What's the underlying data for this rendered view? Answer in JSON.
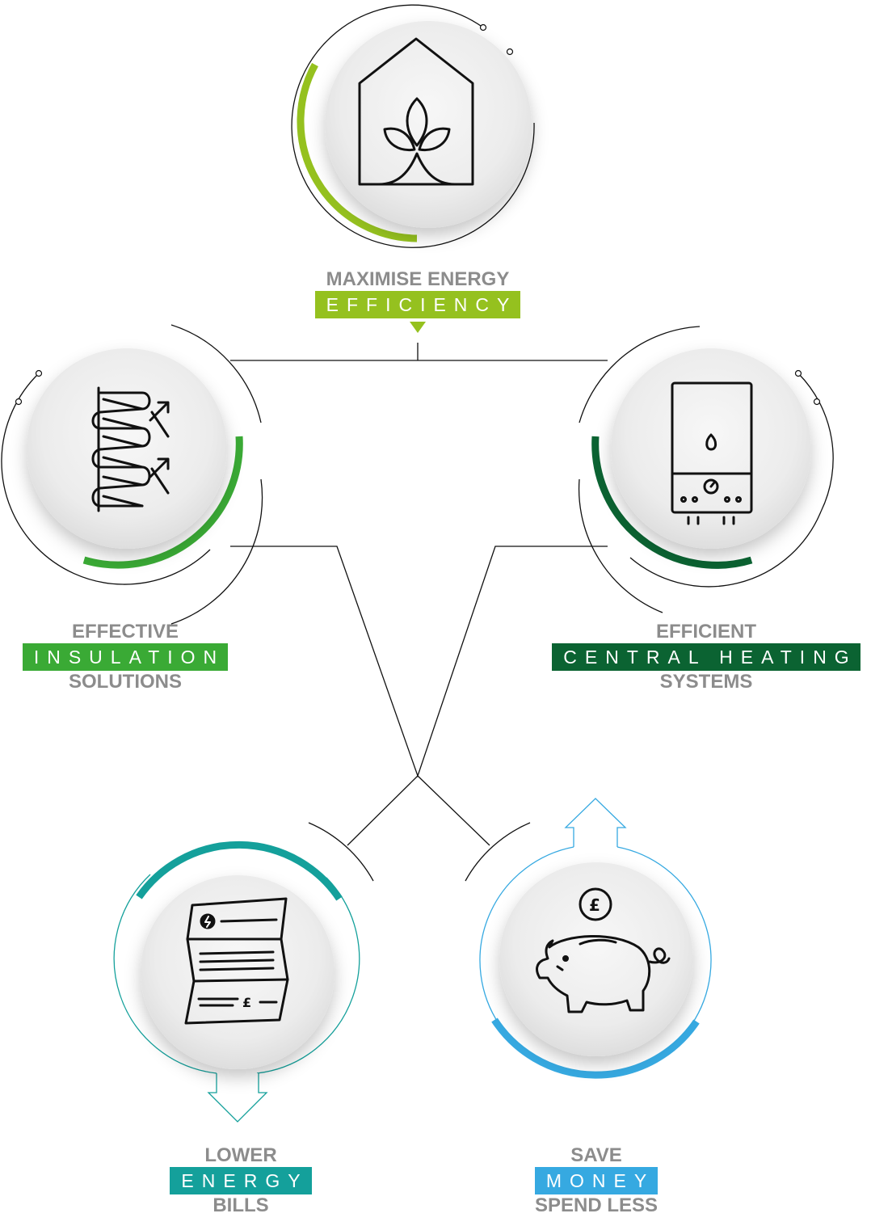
{
  "colors": {
    "efficiency": "#95c11f",
    "insulation": "#3aaa35",
    "heating": "#0b6332",
    "bills": "#14a09b",
    "money": "#36a9e1",
    "label_grey": "#8c8c8c",
    "line": "#111111"
  },
  "nodes": {
    "efficiency": {
      "top": "MAXIMISE ENERGY",
      "tag": "EFFICIENCY",
      "bottom": "",
      "icon": "eco-house-icon"
    },
    "insulation": {
      "top": "EFFECTIVE",
      "tag": "INSULATION",
      "bottom": "SOLUTIONS",
      "icon": "insulation-icon"
    },
    "heating": {
      "top": "EFFICIENT",
      "tag": "CENTRAL HEATING",
      "bottom": "SYSTEMS",
      "icon": "boiler-icon"
    },
    "bills": {
      "top": "LOWER",
      "tag": "ENERGY",
      "bottom": "BILLS",
      "icon": "energy-bill-icon",
      "arrow": "arrow-down-icon"
    },
    "money": {
      "top": "SAVE",
      "tag": "MONEY",
      "bottom": "SPEND LESS",
      "icon": "piggy-bank-icon",
      "arrow": "arrow-up-icon"
    }
  }
}
